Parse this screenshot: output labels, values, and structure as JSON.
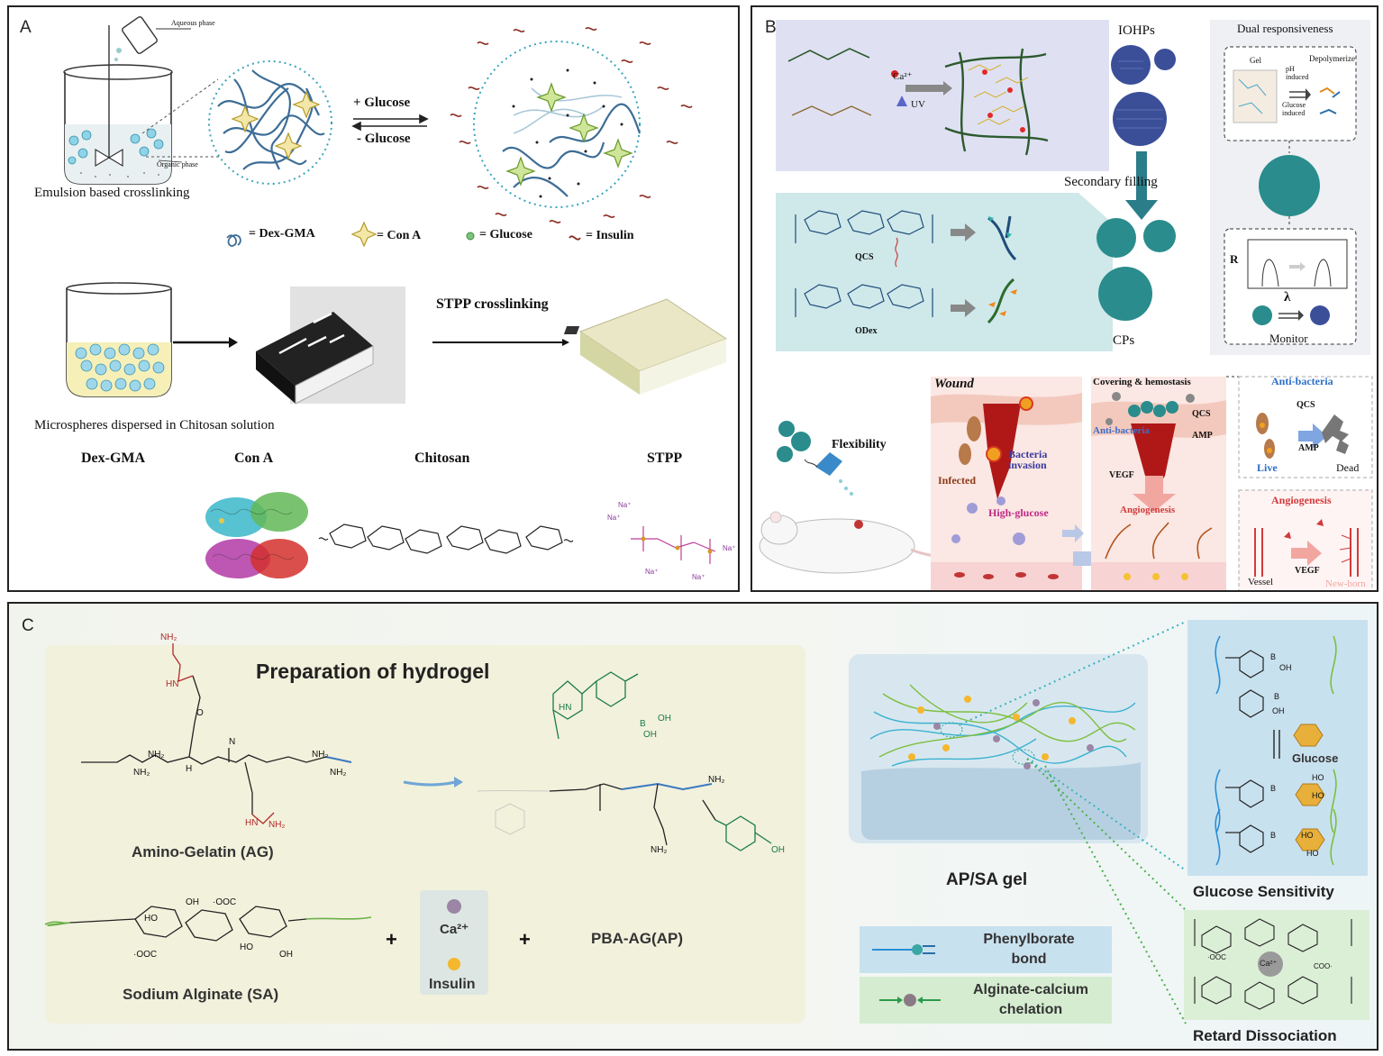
{
  "panel_a": {
    "label": "A",
    "aqueous_phase": "Aqueous phase",
    "organic_phase": "Organic phase",
    "emulsion_caption": "Emulsion based crosslinking",
    "plus_glucose": "+ Glucose",
    "minus_glucose": "- Glucose",
    "legend": {
      "dex_gma": "= Dex-GMA",
      "con_a": "= Con A",
      "glucose": "= Glucose",
      "insulin": "= Insulin"
    },
    "stpp_crosslinking": "STPP crosslinking",
    "microspheres_caption": "Microspheres dispersed in Chitosan solution",
    "names": {
      "dex_gma": "Dex-GMA",
      "con_a": "Con A",
      "chitosan": "Chitosan",
      "stpp": "STPP"
    },
    "na": "Na⁺"
  },
  "panel_b": {
    "label": "B",
    "ca": "Ca²⁺",
    "uv": "UV",
    "iohps": "IOHPs",
    "secondary_filling": "Secondary filling",
    "qcs": "QCS",
    "odex": "ODex",
    "cps": "CPs",
    "dual_responsiveness": "Dual responsiveness",
    "gel": "Gel",
    "depolymerize": "Depolymerize",
    "ph_induced": "pH induced",
    "glucose_induced": "Glucose induced",
    "r": "R",
    "lambda": "λ",
    "monitor": "Monitor",
    "flexibility": "Flexibility",
    "wound": "Wound",
    "infected": "Infected",
    "bacteria_invasion": "Bacteria invasion",
    "high_glucose": "High-glucose",
    "covering": "Covering & hemostasis",
    "anti_bacteria_mid": "Anti-bacteria",
    "qcs2": "QCS",
    "amp": "AMP",
    "vegf": "VEGF",
    "angiogenesis_mid": "Angiogenesis",
    "anti_bacteria": "Anti-bacteria",
    "qcs3": "QCS",
    "amp2": "AMP",
    "live": "Live",
    "dead": "Dead",
    "angiogenesis": "Angiogenesis",
    "vessel": "Vessel",
    "vegf2": "VEGF",
    "newborn": "New-born"
  },
  "panel_c": {
    "label": "C",
    "preparation_title": "Preparation of hydrogel",
    "amino_gelatin": "Amino-Gelatin (AG)",
    "sodium_alginate": "Sodium Alginate (SA)",
    "ca": "Ca²⁺",
    "insulin": "Insulin",
    "pba_ag": "PBA-AG(AP)",
    "plus": "+",
    "ap_sa_gel": "AP/SA gel",
    "phenylborate_bond": "Phenylborate bond",
    "alginate_calcium": "Alginate-calcium chelation",
    "glucose": "Glucose",
    "glucose_sensitivity": "Glucose Sensitivity",
    "retard_dissociation": "Retard Dissociation",
    "chem": {
      "nh2": "NH₂",
      "hn": "HN",
      "h": "H",
      "n": "N",
      "o": "O",
      "oh": "OH",
      "b": "B",
      "ho": "HO",
      "ooc": "·OOC",
      "coo": "COO·",
      "ca_center": "Ca²⁺"
    }
  }
}
